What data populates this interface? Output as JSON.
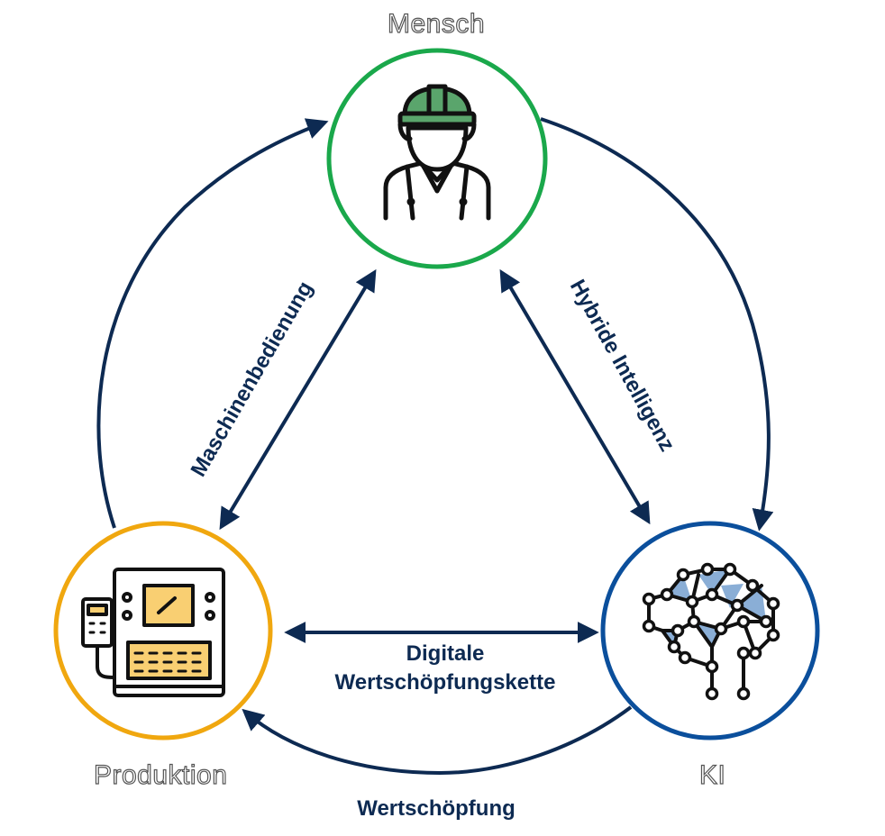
{
  "nodes": {
    "mensch": {
      "label": "Mensch",
      "ring_color": "#1aa84b"
    },
    "produktion": {
      "label": "Produktion",
      "ring_color": "#f0a70f"
    },
    "ki": {
      "label": "KI",
      "ring_color": "#0b4f9c"
    }
  },
  "edges": {
    "maschinenbedienung": "Maschinenbedienung",
    "hybride_intelligenz": "Hybride Intelligenz",
    "digitale_line1": "Digitale",
    "digitale_line2": "Wertschöpfungskette",
    "wertschoepfung": "Wertschöpfung"
  },
  "colors": {
    "arrow": "#0d2a52",
    "helmet": "#5aa56c",
    "panel": "#f9cf72",
    "brain_fill": "#8aaed6"
  },
  "icons": {
    "mensch": "worker-helmet-icon",
    "produktion": "control-panel-icon",
    "ki": "neural-brain-icon"
  }
}
